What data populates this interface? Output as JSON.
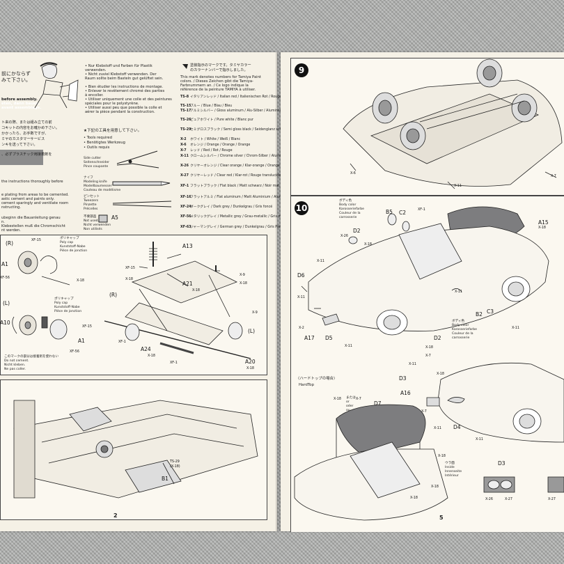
{
  "left_page": {
    "page_number": "2",
    "warning_lines": [
      "前にかならず",
      "みて下さい。",
      "before assembly.",
      "eten, dann bauen.",
      "avant assemblage."
    ],
    "intro_left_lines": [
      "ト来の際、または組み立ての前",
      "コキットの内容をお確かめ下さい。",
      "かかったら、お手数ですが、",
      "ミヤのカスタマーサービス",
      "ンキを送って下さい。",
      "、必ずプラスチック用接着剤を",
      "",
      "the instructions thoroughly before",
      "",
      "e plating from areas to be cemented.",
      "astic cement and paints only.",
      "cement sparingly and ventilate room",
      "nstructing.",
      "",
      "ubeginn die Bauanleitung genau",
      "n.",
      "Klebestellen muß die Chromschicht",
      "nt werden."
    ],
    "intro_mid_lines": [
      "• Nur Klebstoff und Farben für Plastik",
      "verwenden.",
      "• Nicht zuviel Klebstoff verwenden. Der",
      "Raum sollte beim Basteln gut gelüftet sein.",
      "",
      "• Bien étudier les instructions de montage.",
      "• Enlever le revêtement chromé des parties",
      "à encoller.",
      "• Utiliser uniquement une colle et des peintures",
      "spéciales pour le polystyrène.",
      "• Utiliser aussi peu que possible la colle et",
      "aérer la pièce pendant la construction."
    ],
    "tools_heading": "★下記の工具を用意して下さい。",
    "tools_lines": [
      "• Tools required",
      "• Benötigtes Werkzeug",
      "• Outils requis"
    ],
    "tool_side_cutter": [
      "Side cutter",
      "Seitenschneider",
      "Pince coupante"
    ],
    "tool_knife": [
      "ナイフ",
      "Modeling knife",
      "Modellbaumesser",
      "Couteau de modélisme"
    ],
    "tool_tweezers": [
      "ピンセット",
      "Tweezers",
      "Pinzette",
      "Précelles"
    ],
    "legend_unused": [
      "不要部品",
      "Not used.",
      "Nicht verwenden",
      "Non utilisés"
    ],
    "legend_unused_part": "A5",
    "step_parts": {
      "r_top": "(R)",
      "l_mid": "(L)",
      "xf15_a": "XF-15",
      "poly_cap_a": [
        "ポリキャップ",
        "Poly cap",
        "Kunststoff-Nabe",
        "Pièce de jonction"
      ],
      "poly_cap_b": [
        "ポリキャップ",
        "Poly cap",
        "Kunststoff-Nabe",
        "Pièce de jonction"
      ],
      "a1_top": "A1",
      "x18_top": "X-18",
      "xf56_top": "XF-56",
      "a10": "A10",
      "xf15_b": "XF-15",
      "a1_bottom": "A1",
      "xf56_bottom": "XF-56",
      "xf15_c": "XF-15",
      "x18_c": "X-18",
      "a13": "A13",
      "x9": "X-9",
      "x18_d": "X-18",
      "a21": "A21",
      "x18_e": "X-18",
      "r_mid": "(R)",
      "l_right": "(L)",
      "xf1_a": "XF-1",
      "a24": "A24",
      "x18_f": "X-18",
      "xf1_b": "XF-1",
      "a20": "A20",
      "x18_g": "X-18",
      "x9_b": "X-9",
      "b1": "B1",
      "ts29": "TS-29",
      "x18_h": "(X-18)"
    },
    "cement_note": [
      "このマークの部分は接着剤を使わない",
      "Do not cement.",
      "Nicht kleben.",
      "Ne pas coller."
    ]
  },
  "paint_guide": {
    "intro_lines": [
      "塗装指示のマークです。タミヤカラー",
      "のカラーナンバーで指示しました。",
      "This mark denotes numbers for Tamiya Paint",
      "colors. / Dieses Zeichen gibt die Tamiya-",
      "Farbnummern an. / Ce logo indique la",
      "référence de la peinture TAMIYA à utiliser."
    ],
    "colors": [
      {
        "code": "TS-8",
        "desc": "イタリアンレッド / Italian red / Italienischen Rot / Rouge Italien"
      },
      {
        "code": "TS-15",
        "desc": "ブルー / Blue / Blau / Bleu"
      },
      {
        "code": "TS-17",
        "desc": "アルミシルバー / Gloss aluminum / Alu-Silber / Aluminium brillant"
      },
      {
        "code": "TS-26",
        "desc": "ピュアホワイト / Pure white / Blanc pur"
      },
      {
        "code": "TS-29",
        "desc": "セミグロスブラック / Semi gloss black / Seidenglanz schwarz / Noir satiné"
      },
      {
        "code": "X-2",
        "desc": "ホワイト / White / Weiß / Blanc"
      },
      {
        "code": "X-6",
        "desc": "オレンジ / Orange / Orange / Orange"
      },
      {
        "code": "X-7",
        "desc": "レッド / Red / Rot / Rouge"
      },
      {
        "code": "X-11",
        "desc": "クロームシルバー / Chrome silver / Chrom-Silber / Aluminium chromé"
      },
      {
        "code": "X-26",
        "desc": "クリヤーオレンジ / Clear orange / Klar-orange / Orange translucide"
      },
      {
        "code": "X-27",
        "desc": "クリヤーレッド / Clear red / Klar-rot / Rouge translucide"
      },
      {
        "code": "XF-1",
        "desc": "フラットブラック / Flat black / Matt schwarz / Noir mat"
      },
      {
        "code": "XF-16",
        "desc": "フラットアルミ / Flat aluminum / Matt Aluminium / Aluminium mat"
      },
      {
        "code": "XF-24",
        "desc": "ダークグレイ / Dark grey / Dunkelgrau / Gris foncé"
      },
      {
        "code": "XF-56",
        "desc": "メタリックグレイ / Metallic grey / Grau-metallic / Gris métallisé"
      },
      {
        "code": "XF-63",
        "desc": "ジャーマングレイ / German grey / Dunkelgrau / Gris Panzer"
      }
    ]
  },
  "right_page": {
    "page_number": "5",
    "step9": {
      "number": "9",
      "labels": {
        "x6": "X-6",
        "x11": "X-11",
        "x7": "X-7"
      }
    },
    "step10": {
      "number": "10",
      "body_color_a": [
        "ボディ色",
        "Body color",
        "Karosseriefarbe",
        "Couleur de la",
        "carrosserie"
      ],
      "body_color_b": [
        "ボディ色",
        "Body color",
        "Karosseriefarbe",
        "Couleur de la",
        "carrosserie"
      ],
      "labels": {
        "b5": "B5",
        "c2": "C2",
        "xf1": "XF-1",
        "a15": "A15",
        "x18_a": "X-18",
        "d2_a": "D2",
        "x26_a": "X-26",
        "x18_b": "X-18",
        "x11_a": "X-11",
        "d6": "D6",
        "x11_b": "X-11",
        "x11_c": "X-11",
        "x2": "X-2",
        "b2": "B2",
        "c3": "C3",
        "a17": "A17",
        "d5": "D5",
        "x11_d": "X-11",
        "d2_b": "D2",
        "x18_c": "X-18",
        "x11_e": "X-11",
        "x7_a": "X-7",
        "x11_f": "X-11",
        "x18_d": "X-18",
        "d3": "D3",
        "a16": "A16",
        "x7_b": "X-7",
        "d4": "D4",
        "x11_g": "X-11",
        "x11_h": "X-11"
      }
    },
    "hardtop": {
      "heading_jp": "〈ハードトップの場合〉",
      "heading_en": "HardTop",
      "labels": {
        "x18": "X-18",
        "or_jp": "または",
        "or_en": "or",
        "oder": "oder",
        "ou": "ou",
        "x7": "X-7",
        "d7": "D7",
        "x18_b": "X-18",
        "x18_c": "X-18",
        "x18_d": "X-18"
      },
      "inside": [
        "ウラ面",
        "Inside",
        "Innenseite",
        "Intérieur"
      ],
      "d3": "D3",
      "x26": "X-26",
      "x27_a": "X-27",
      "x27_b": "X-27"
    }
  },
  "colors": {
    "paper": "#f5f1e6",
    "ink": "#222222",
    "soft_top": "#7d7d7f",
    "backdrop": "#a9aaa8"
  }
}
